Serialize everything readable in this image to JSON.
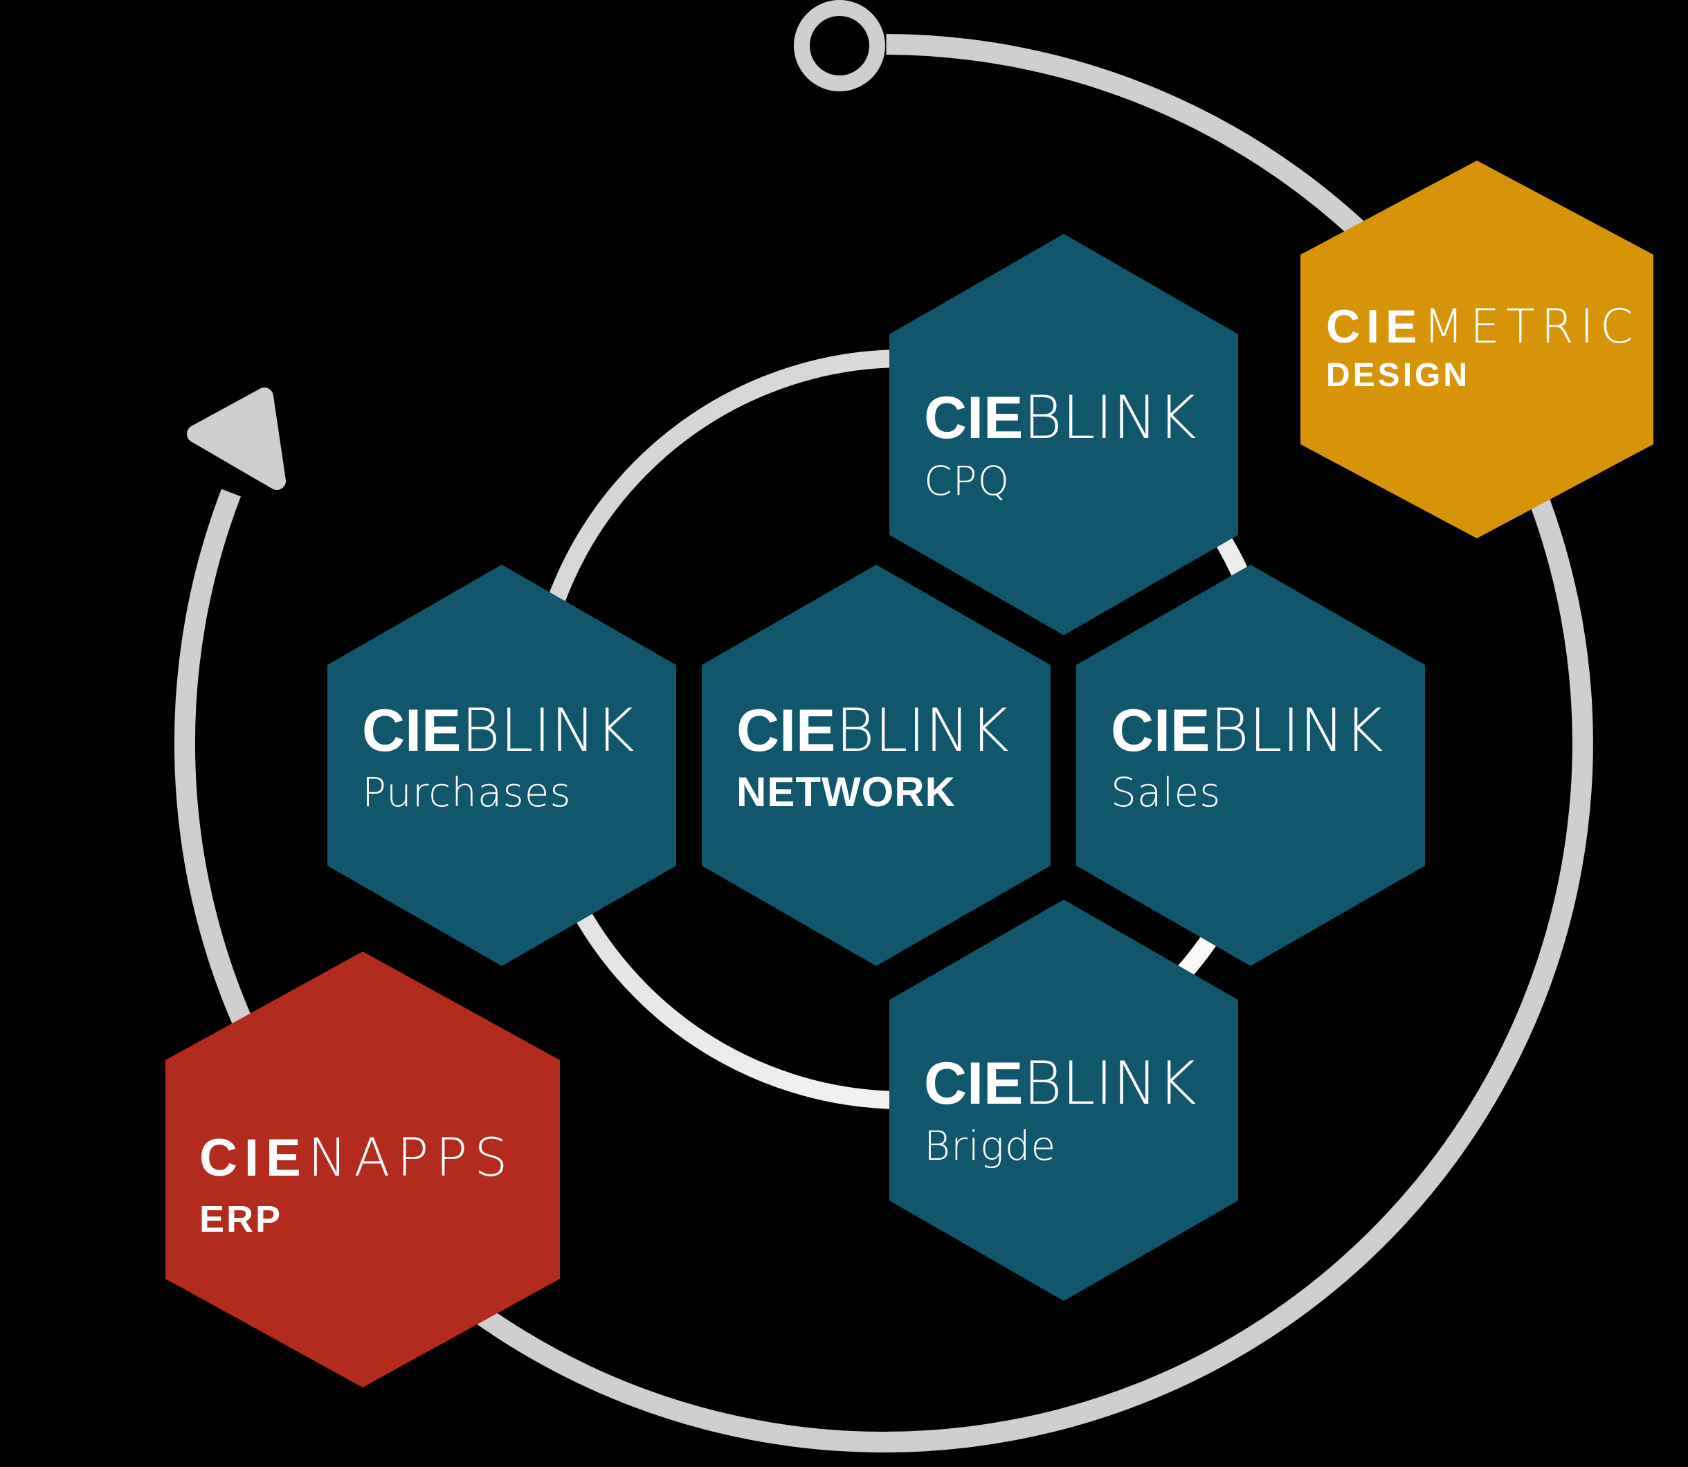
{
  "colors": {
    "background": "#000000",
    "teal": "#10566C",
    "orange": "#D89409",
    "red": "#B32B1D",
    "arc": "#CFCFCF",
    "arc_light": "#FFFFFF",
    "text": "#FFFFFF"
  },
  "hexagons": {
    "cpq": {
      "brand": "CIE",
      "product": "BLINK",
      "subtitle": "CPQ"
    },
    "purchases": {
      "brand": "CIE",
      "product": "BLINK",
      "subtitle": "Purchases"
    },
    "network": {
      "brand": "CIE",
      "product": "BLINK",
      "subtitle": "NETWORK"
    },
    "sales": {
      "brand": "CIE",
      "product": "BLINK",
      "subtitle": "Sales"
    },
    "brigde": {
      "brand": "CIE",
      "product": "BLINK",
      "subtitle": "Brigde"
    },
    "design": {
      "brand": "CIE",
      "product": "METRIC",
      "subtitle": "DESIGN"
    },
    "erp": {
      "brand": "CIE",
      "product": "NAPPS",
      "subtitle": "ERP"
    }
  }
}
